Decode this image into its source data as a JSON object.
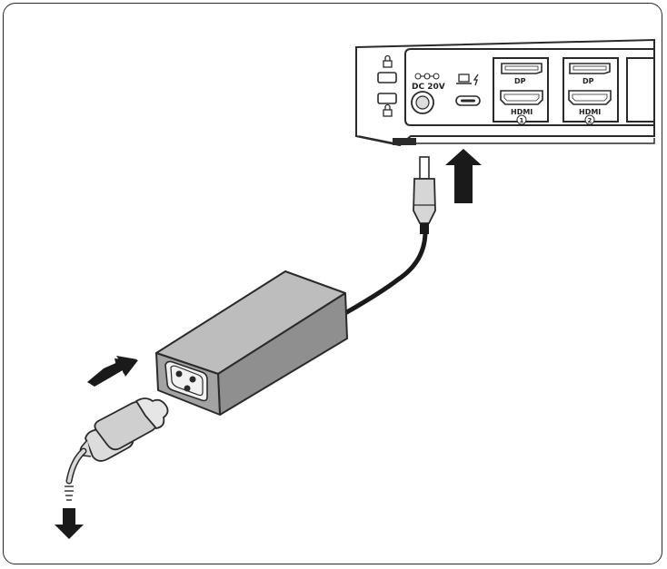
{
  "dock": {
    "dc_label": "DC 20V",
    "port_dp_1": "DP",
    "port_hdmi_1": "HDMI",
    "port_num_1": "1",
    "port_dp_2": "DP",
    "port_hdmi_2": "HDMI",
    "port_num_2": "2"
  },
  "icons": {
    "lock_top": "lock-icon",
    "lock_bottom": "kensington-lock-icon",
    "laptop_charge": "laptop-power-icon",
    "polarity": "dc-polarity-icon"
  },
  "colors": {
    "line": "#2a2a2a",
    "adapter_top": "#b9b9b9",
    "adapter_front": "#9e9e9e",
    "adapter_side": "#8c8c8c",
    "cable": "#1a1a1a",
    "arrow": "#1a1a1a",
    "plug": "#cfcfcf"
  }
}
